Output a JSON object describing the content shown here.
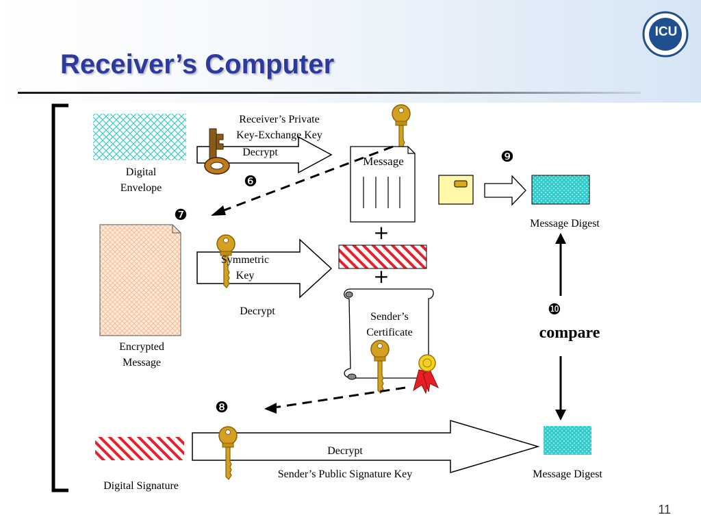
{
  "title": "Receiver’s Computer",
  "logo": {
    "text": "ICU",
    "color": "#1f4f8f"
  },
  "labels": {
    "digital_envelope": [
      "Digital",
      "Envelope"
    ],
    "private_key": [
      "Receiver’s Private",
      "Key-Exchange Key"
    ],
    "decrypt_top": "Decrypt",
    "message": "Message",
    "message_digest_top": "Message Digest",
    "encrypted_message": [
      "Encrypted",
      "Message"
    ],
    "symmetric_key": [
      "Symmetric",
      "Key"
    ],
    "decrypt_middle": "Decrypt",
    "plus_1": "+",
    "plus_2": "+",
    "senders_certificate": [
      "Sender’s",
      "Certificate"
    ],
    "compare": "compare",
    "digital_signature": "Digital Signature",
    "decrypt_bottom": "Decrypt",
    "public_signature_key": "Sender’s Public Signature Key",
    "message_digest_bottom": "Message Digest"
  },
  "steps": {
    "step_6": "❻",
    "step_7": "❼",
    "step_8": "❽",
    "step_9": "❾",
    "step_10": "❿"
  },
  "page_number": "11",
  "colors": {
    "title": "#2d3a9c",
    "envelope_pattern": "#33cccc",
    "digest_fill": "#33cccc",
    "signature_pattern": "#e8202a",
    "key_gold": "#d4a020",
    "encrypted_message_fill": "#ffe4d2",
    "small_envelope_fill": "#fff8a8"
  }
}
